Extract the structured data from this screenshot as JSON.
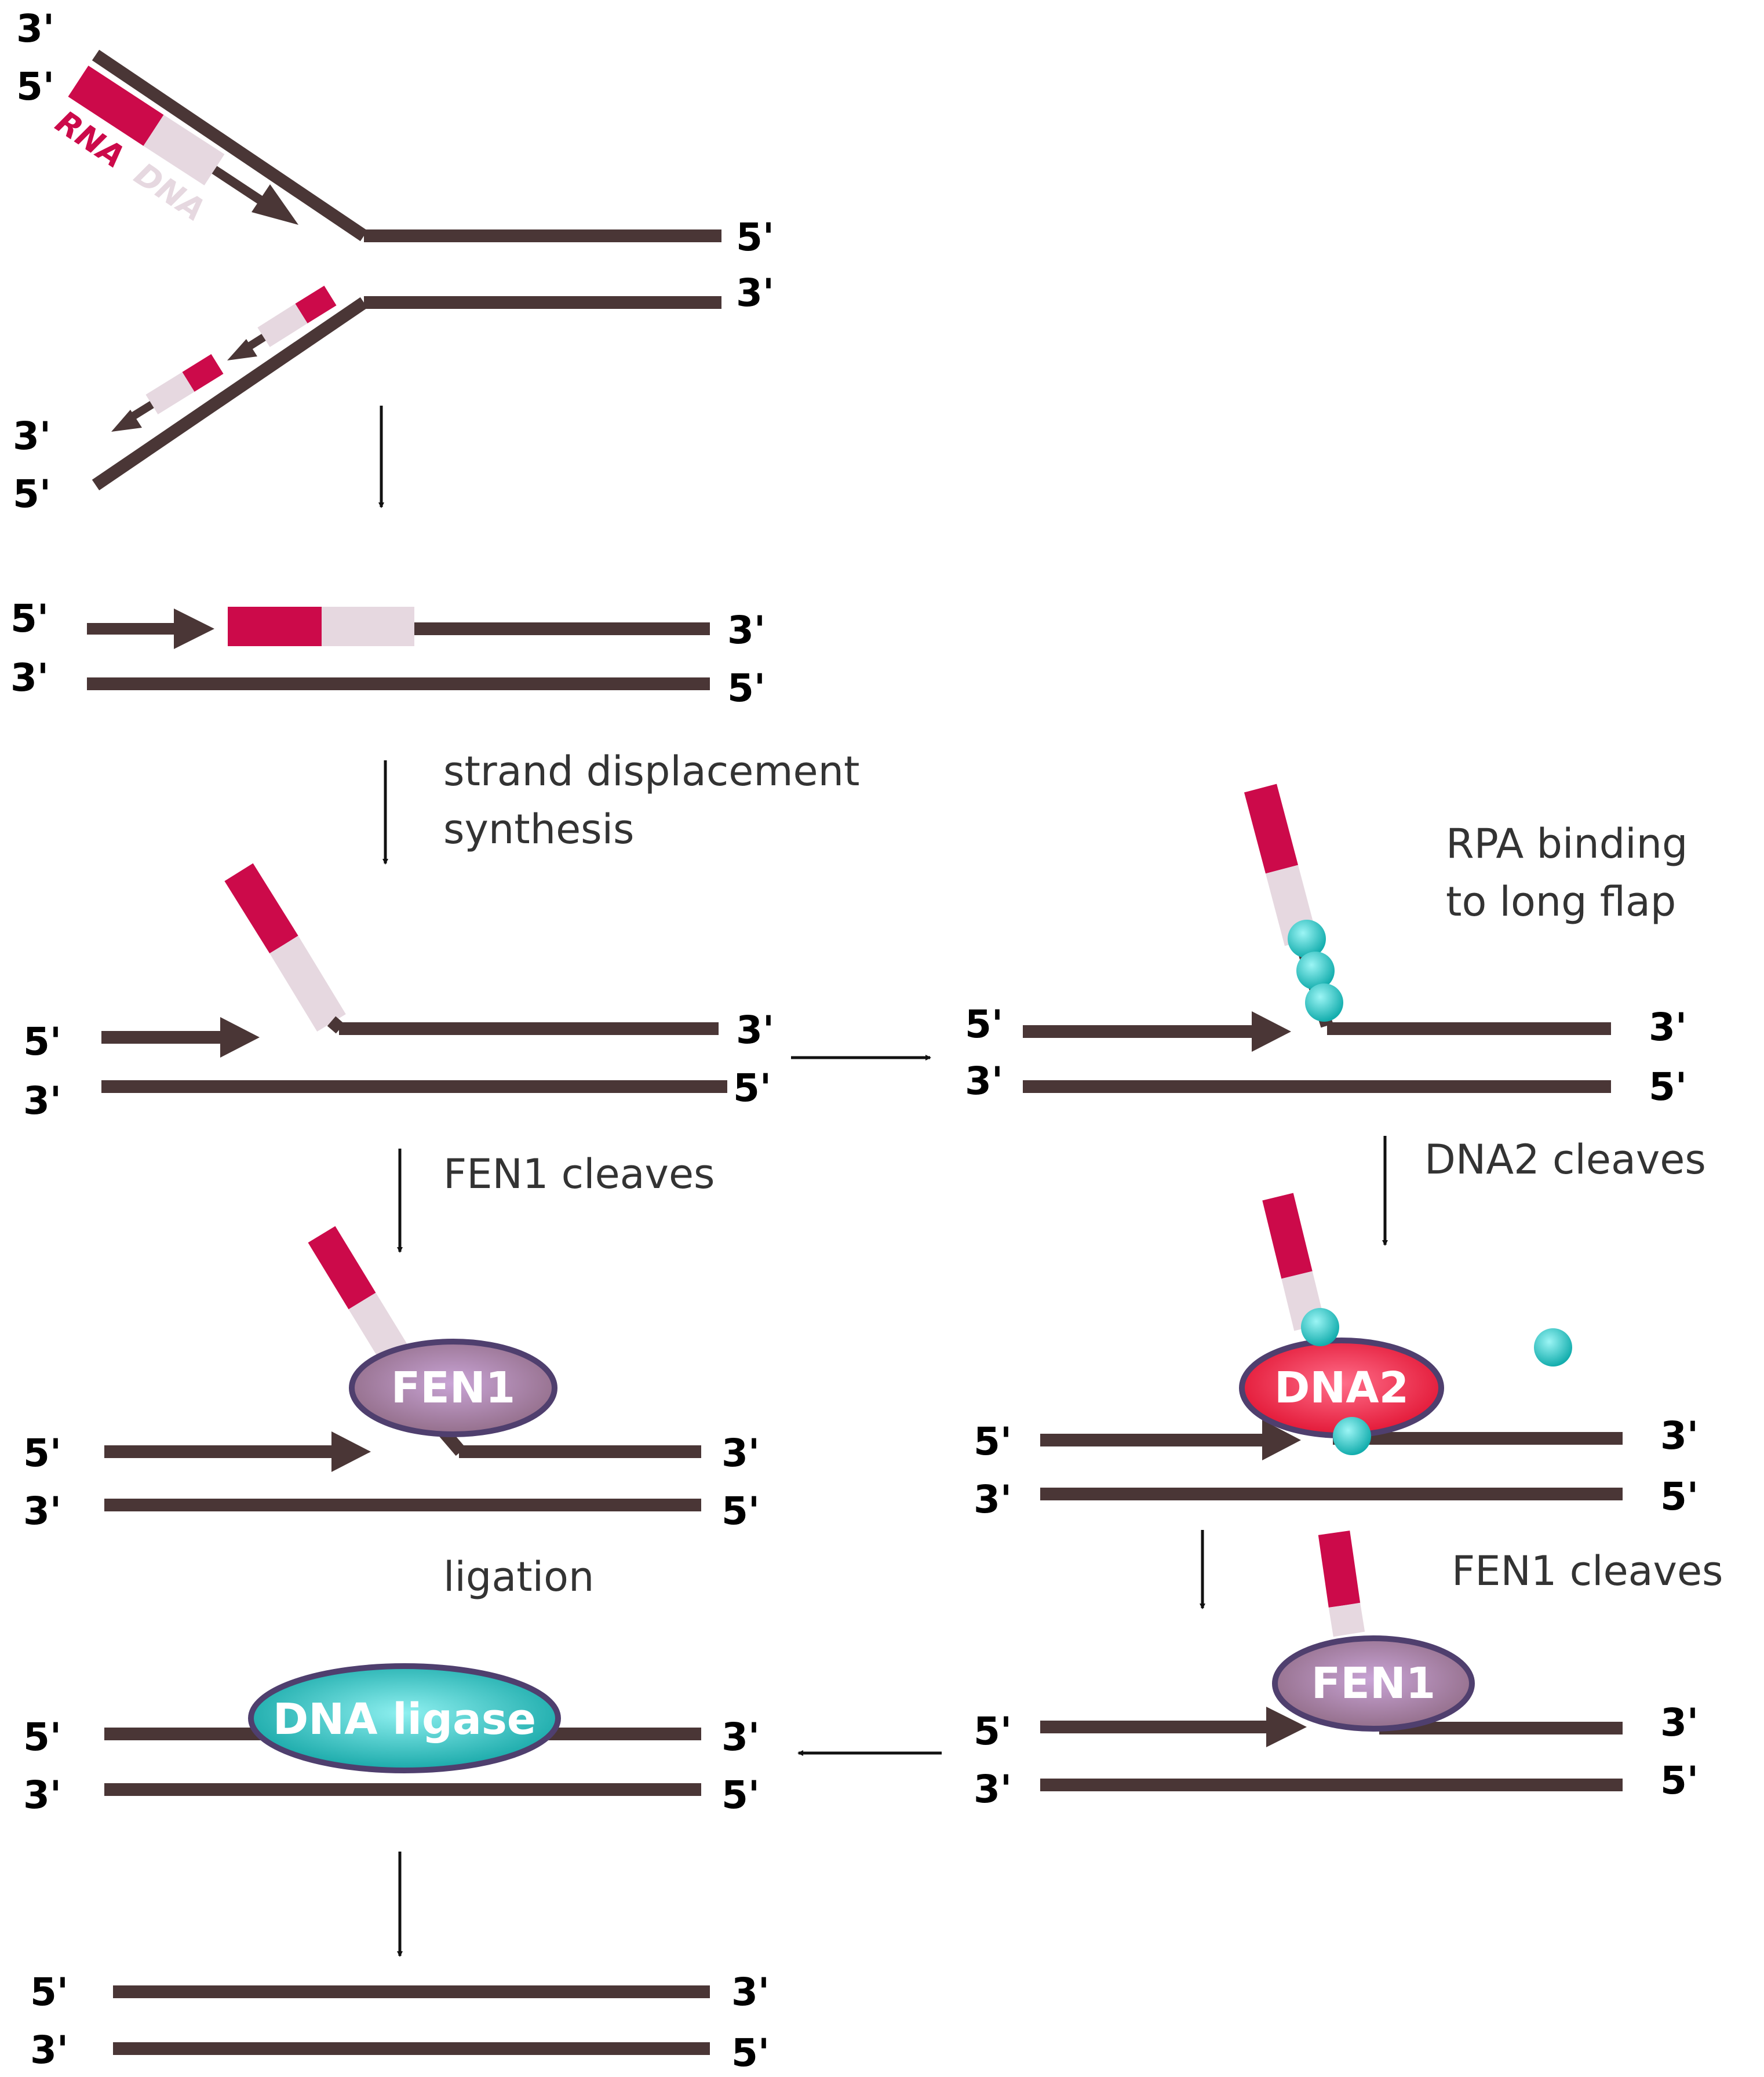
{
  "colors": {
    "strand": "#4a3636",
    "rna": "#cc0a4a",
    "dna_primer": "#e6d8e0",
    "rpa": "#1fc4c4",
    "fen1": "#9c6e94",
    "dna2": "#e8163a",
    "ligase": "#16b0b0",
    "enzyme_outline": "#4f3f6e"
  },
  "ends": {
    "five": "5'",
    "three": "3'"
  },
  "primer_labels": {
    "rna": "RNA",
    "dna": "DNA"
  },
  "steps": {
    "strand_displacement_line1": "strand displacement",
    "strand_displacement_line2": "synthesis",
    "rpa_line1": "RPA binding",
    "rpa_line2": "to long flap",
    "fen1_cleaves_left": "FEN1 cleaves",
    "dna2_cleaves": "DNA2 cleaves",
    "fen1_cleaves_right": "FEN1 cleaves",
    "ligation": "ligation"
  },
  "enzymes": {
    "fen1": "FEN1",
    "dna2": "DNA2",
    "ligase": "DNA ligase"
  }
}
